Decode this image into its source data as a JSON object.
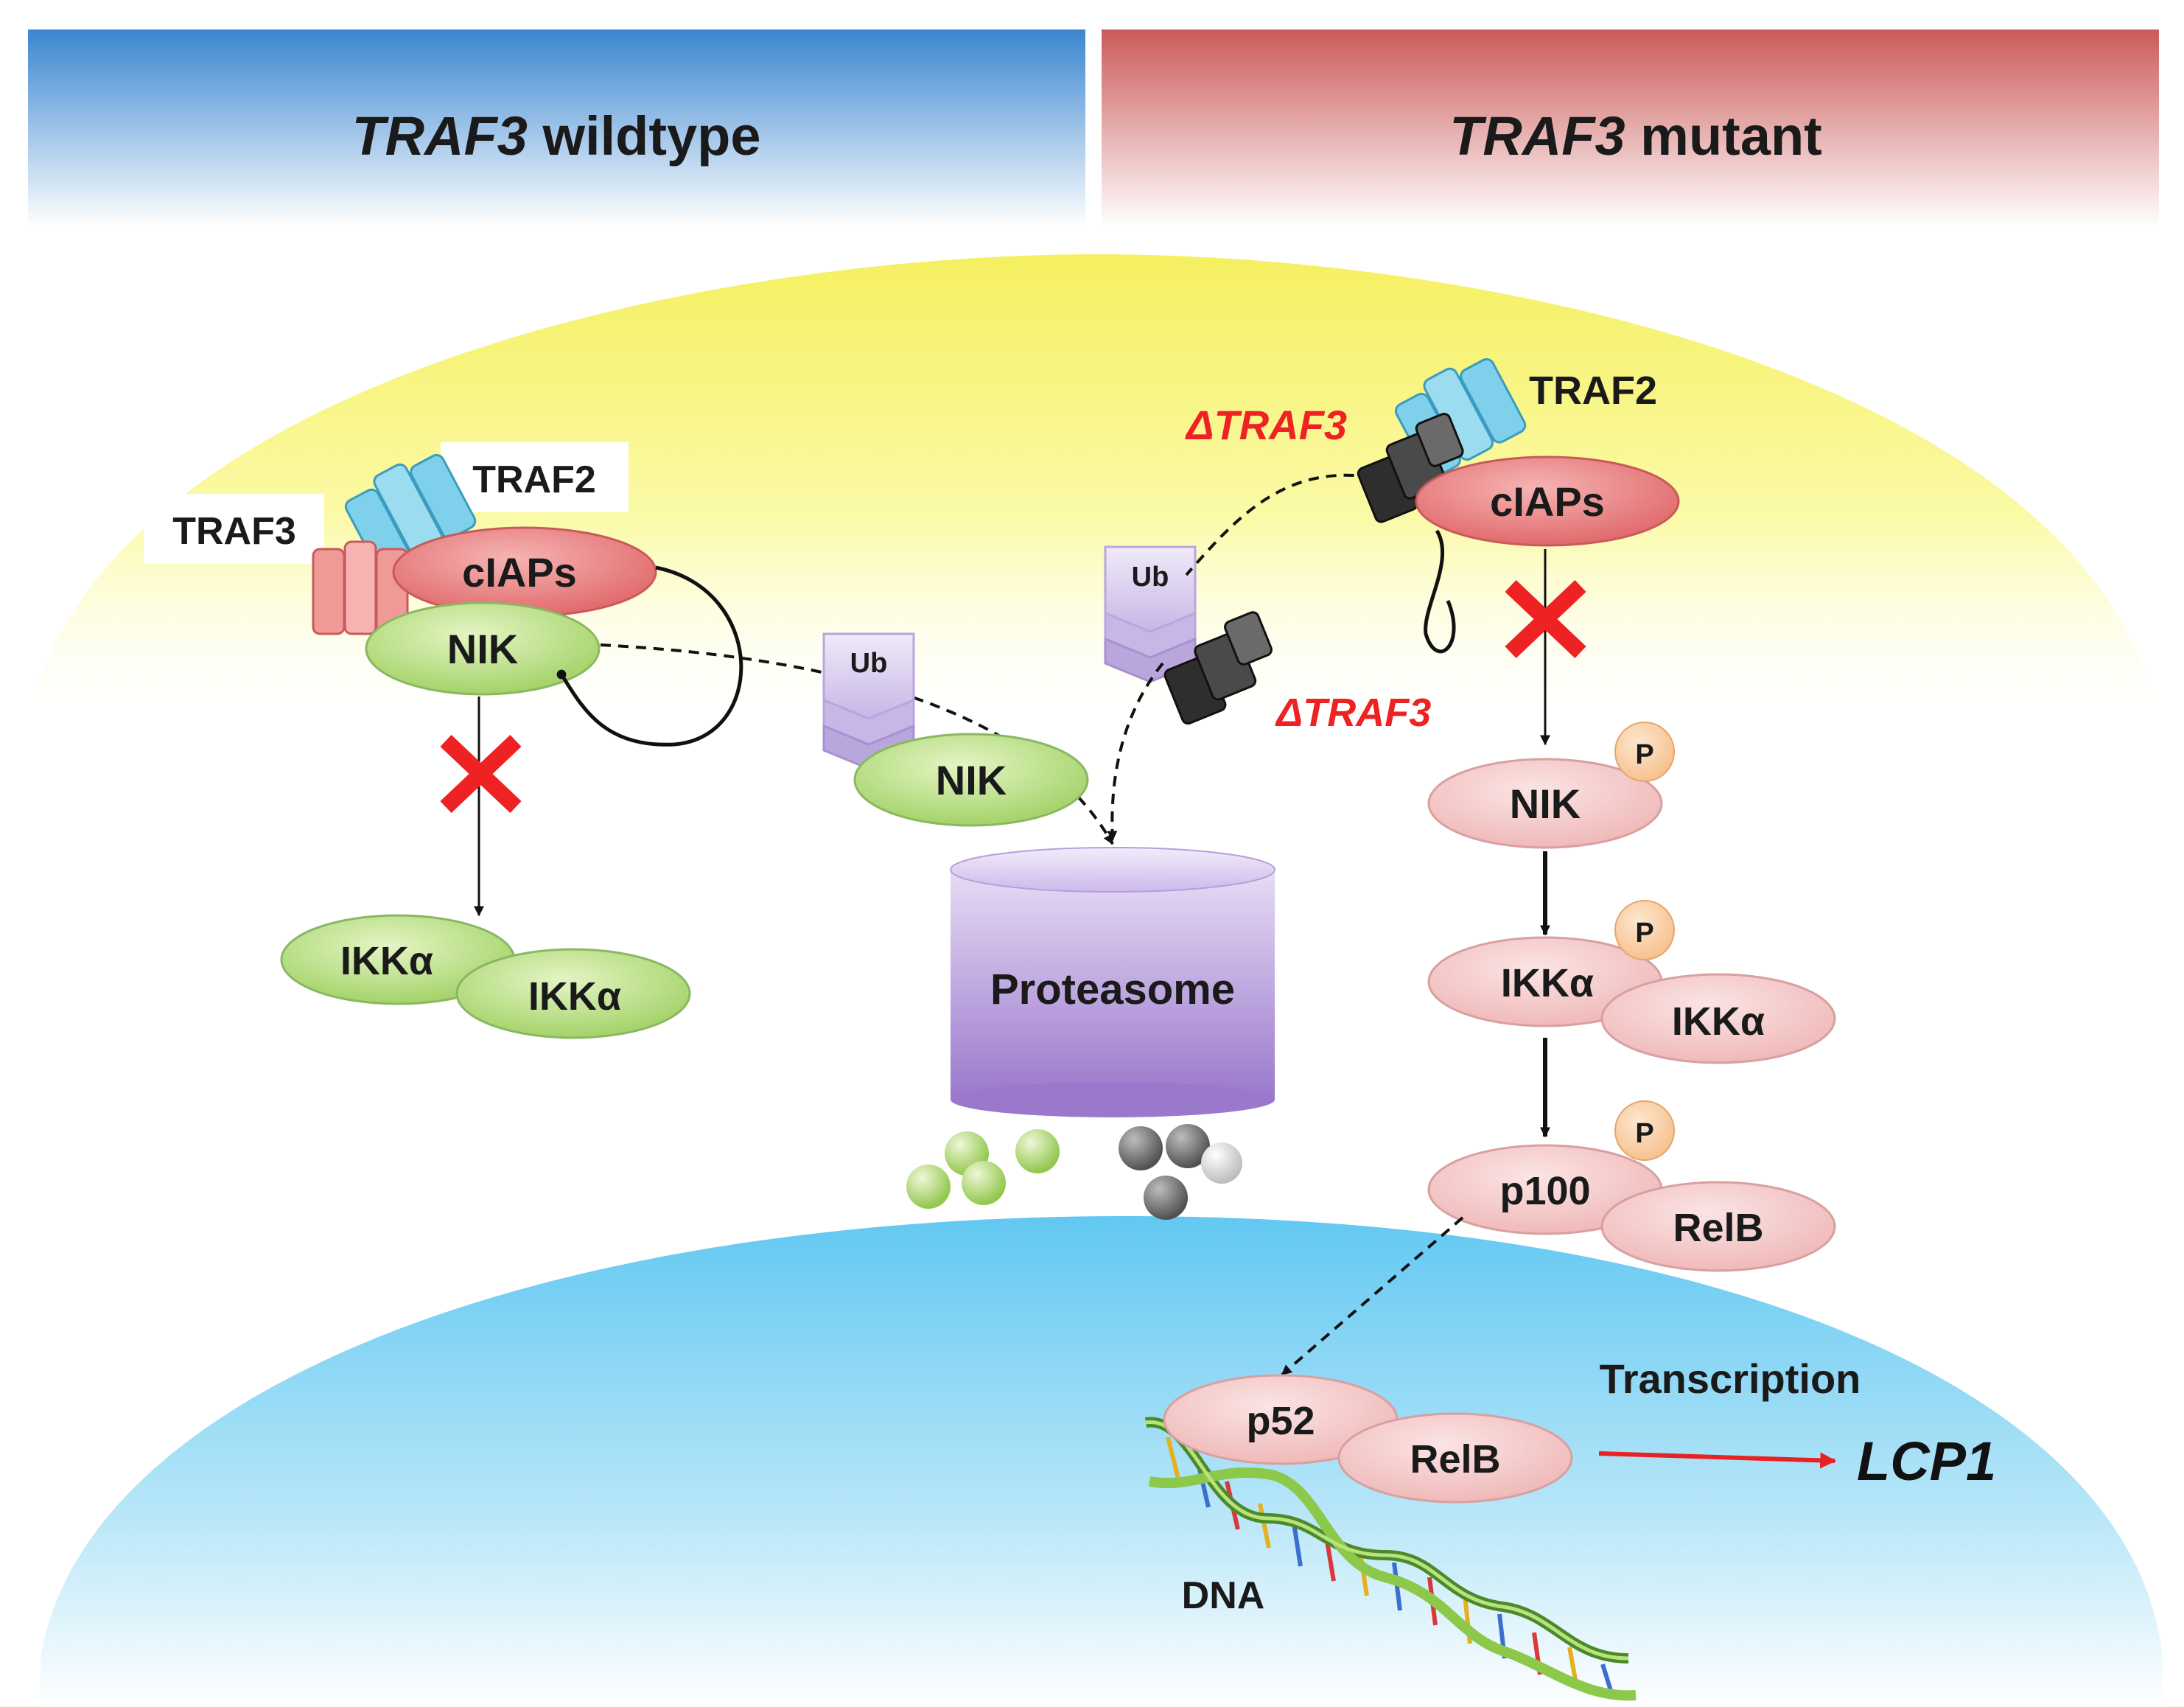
{
  "header": {
    "left_title_italic": "TRAF3",
    "left_title_rest": " wildtype",
    "right_title_italic": "TRAF3",
    "right_title_rest": " mutant"
  },
  "wildtype": {
    "traf3": "TRAF3",
    "traf2": "TRAF2",
    "ciaps": "cIAPs",
    "nik": "NIK",
    "ikk1": "IKKα",
    "ikk2": "IKKα"
  },
  "center": {
    "ub_left": "Ub",
    "nik": "NIK",
    "ub_right": "Ub",
    "delta_traf3": "ΔTRAF3",
    "proteasome": "Proteasome"
  },
  "mutant": {
    "delta_traf3": "ΔTRAF3",
    "traf2": "TRAF2",
    "ciaps": "cIAPs",
    "p": "P",
    "nik": "NIK",
    "ikk1": "IKKα",
    "ikk2": "IKKα",
    "p100": "p100",
    "relb": "RelB"
  },
  "nucleus": {
    "p52": "p52",
    "relb": "RelB",
    "transcription": "Transcription",
    "gene": "LCP1",
    "dna": "DNA"
  },
  "colors": {
    "wildtype_header": "#3a86d0",
    "mutant_header": "#cc5a5a",
    "cytoplasm": "#f5f060",
    "nucleus": "#62c8f2",
    "green_protein": "#a8d870",
    "pink_protein": "#f3c4c4",
    "ciaps_red": "#e8787a",
    "proteasome": "#a485d0",
    "inhibit_x": "#ee2222"
  }
}
